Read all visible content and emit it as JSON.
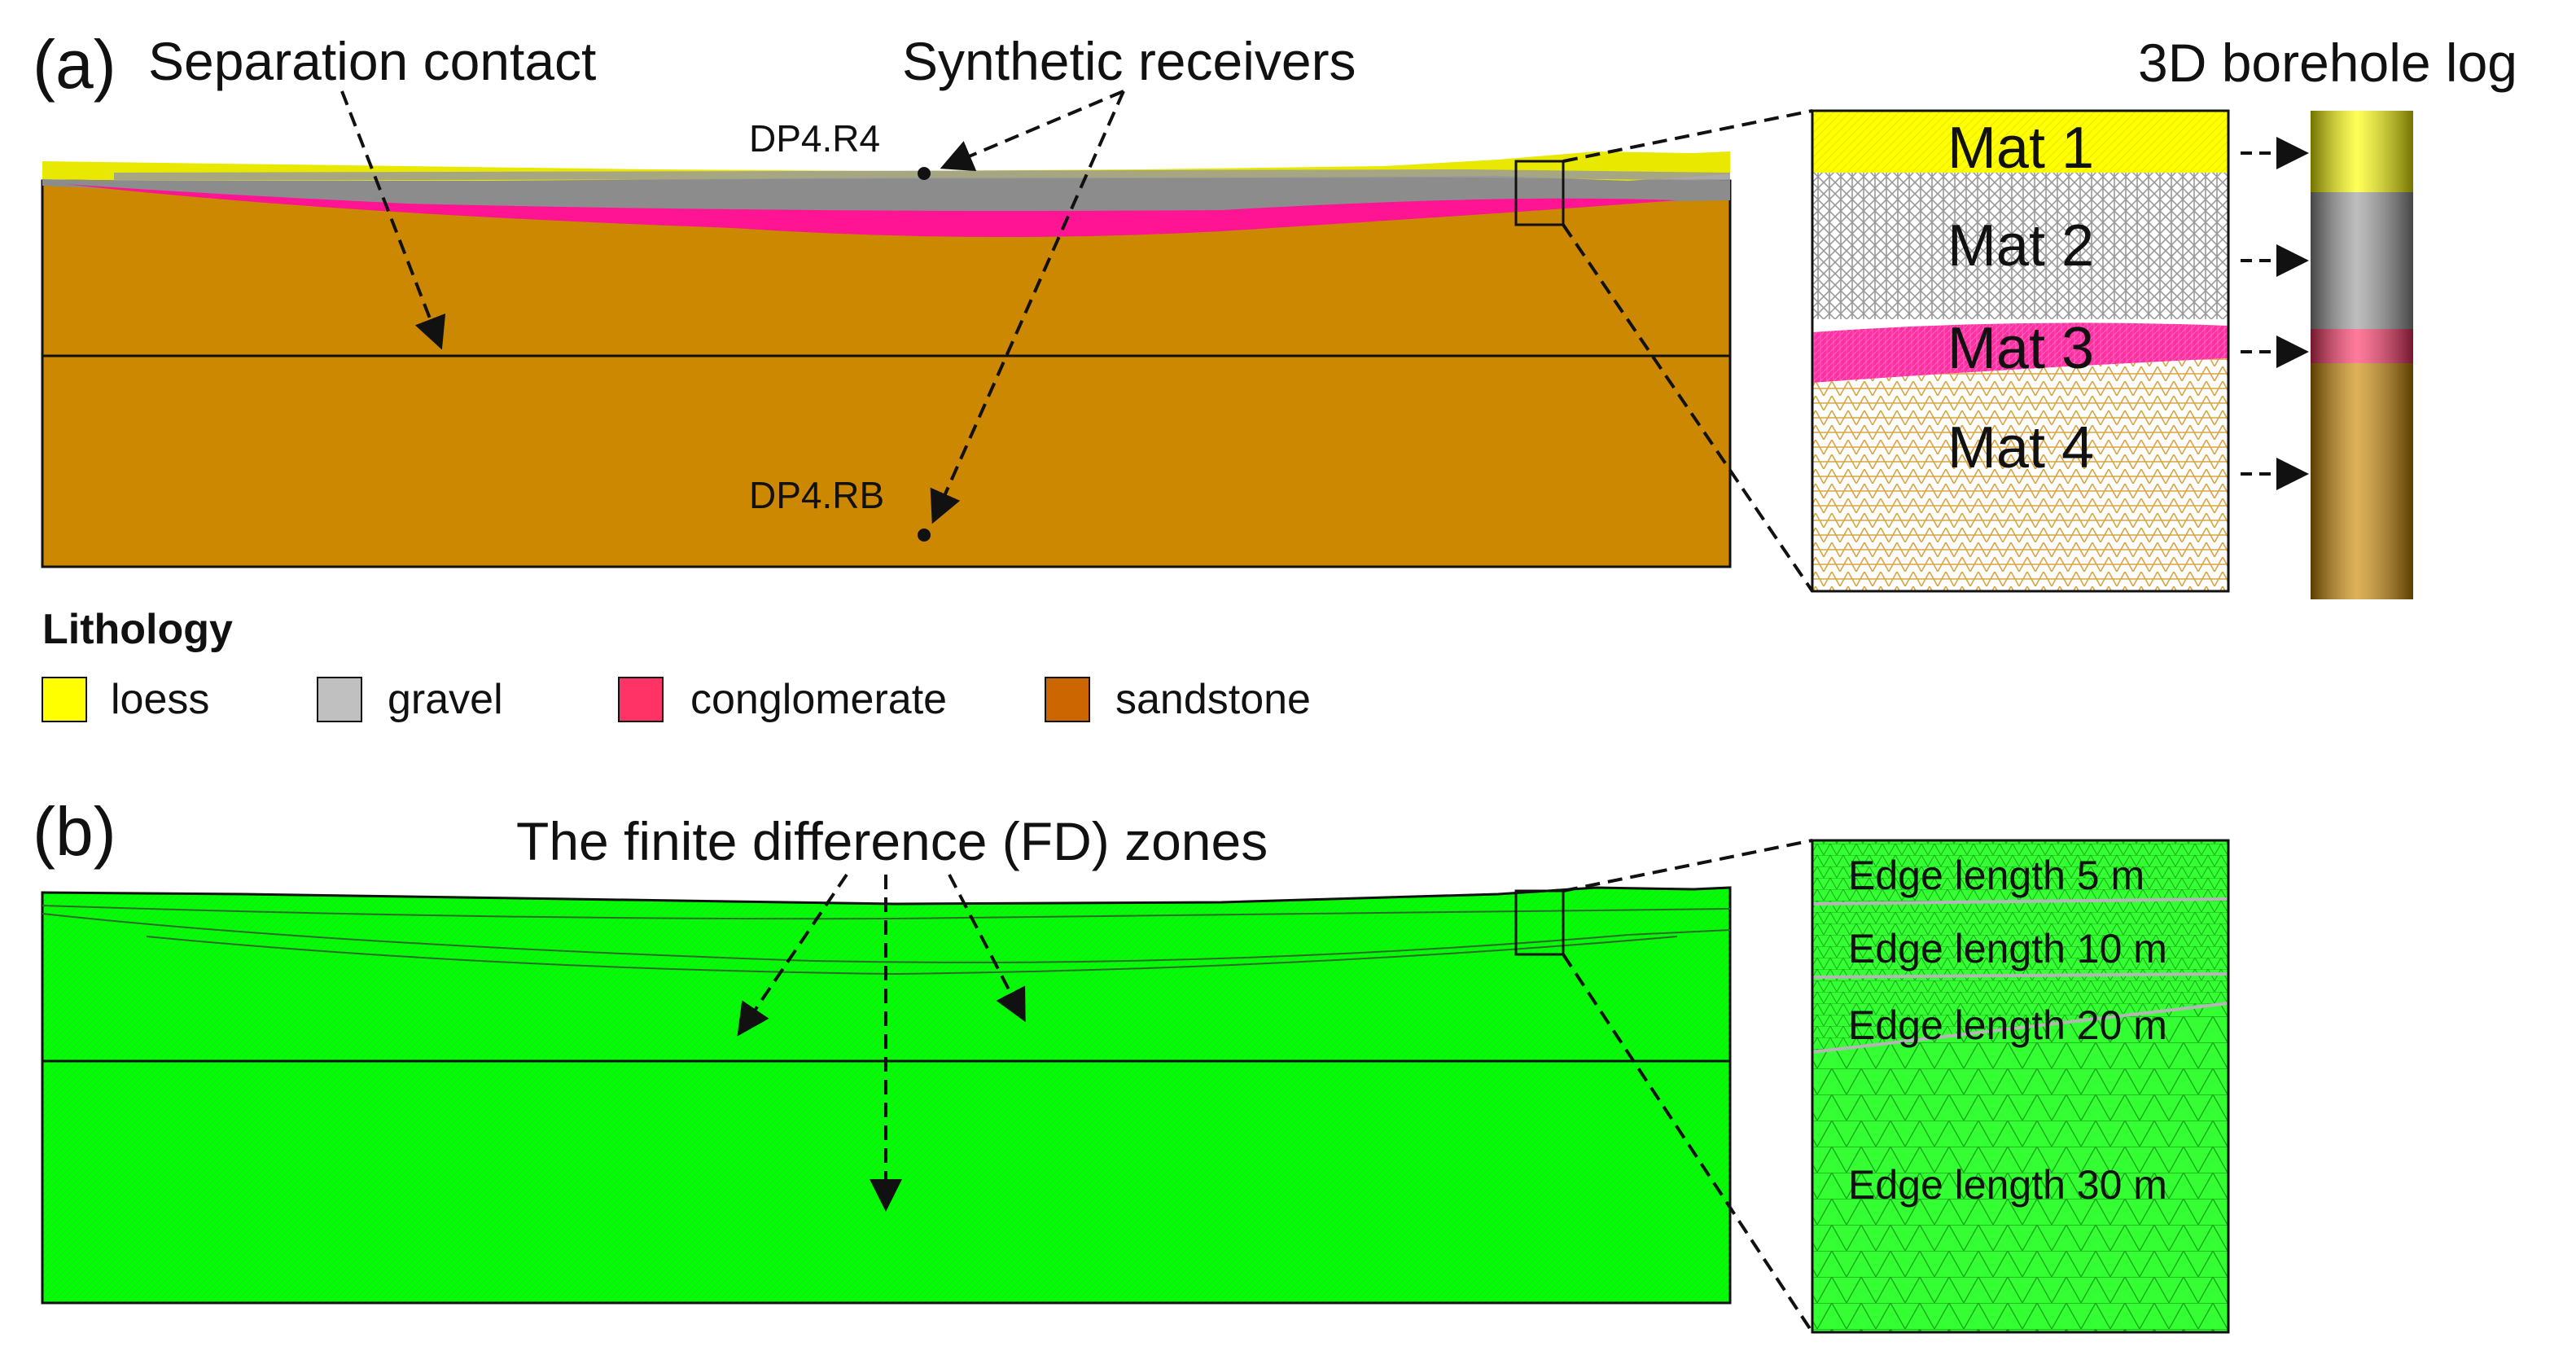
{
  "panel_a": {
    "letter": "(a)",
    "separation_contact": "Separation contact",
    "synthetic_receivers": "Synthetic receivers",
    "receiver_top": "DP4.R4",
    "receiver_bottom": "DP4.RB",
    "borehole_title": "3D borehole log",
    "materials": [
      "Mat 1",
      "Mat 2",
      "Mat 3",
      "Mat 4"
    ]
  },
  "legend": {
    "title": "Lithology",
    "items": [
      {
        "label": "loess",
        "color": "#ffff00"
      },
      {
        "label": "gravel",
        "color": "#c0c0c0"
      },
      {
        "label": "conglomerate",
        "color": "#ff3366"
      },
      {
        "label": "sandstone",
        "color": "#cc6600"
      }
    ]
  },
  "panel_b": {
    "letter": "(b)",
    "fd_zones": "The finite difference (FD) zones",
    "edges": [
      "Edge length   5 m",
      "Edge length 10 m",
      "Edge length 20 m",
      "Edge length 30 m"
    ]
  },
  "colors": {
    "sandstone_fill": "#cc8800",
    "gravel_fill": "#8c8c8c",
    "conglomerate_fill": "#ff1493",
    "loess_fill": "#ffff00",
    "mesh_green": "#00ff00"
  }
}
